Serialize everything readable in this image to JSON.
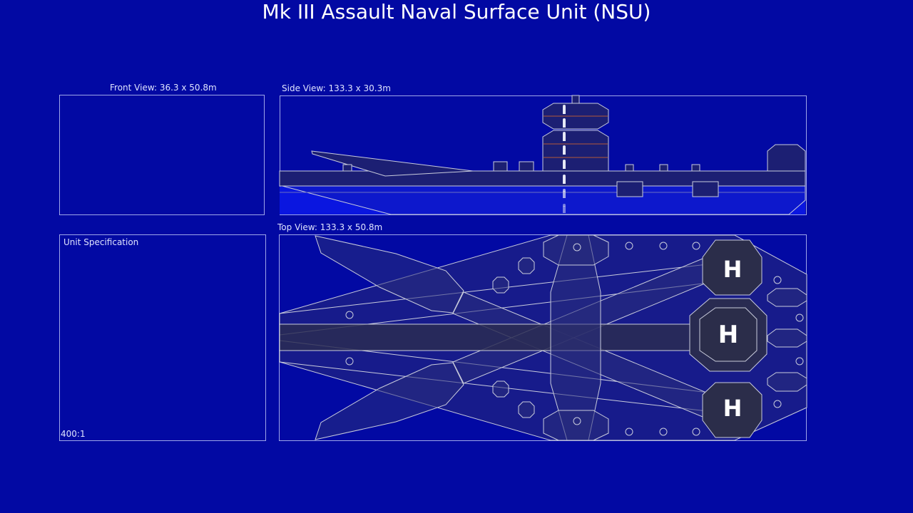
{
  "title": "Mk III Assault Naval Surface Unit (NSU)",
  "front_view": {
    "label": "Front View: 36.3 x 50.8m"
  },
  "side_view": {
    "label": "Side View: 133.3 x 30.3m"
  },
  "top_view": {
    "label": "Top View: 133.3 x 50.8m",
    "helipad_markings": [
      "H",
      "H",
      "H"
    ]
  },
  "spec_panel": {
    "title": "Unit Specification",
    "scale": "400:1"
  },
  "colors": {
    "background": "#0209a3",
    "outline": "#c9ccdc",
    "hull_fill": "#1c1f73",
    "water": "#0a16e0",
    "helipad_fill": "#2b2d4a",
    "deck_line": "#b5583a"
  }
}
